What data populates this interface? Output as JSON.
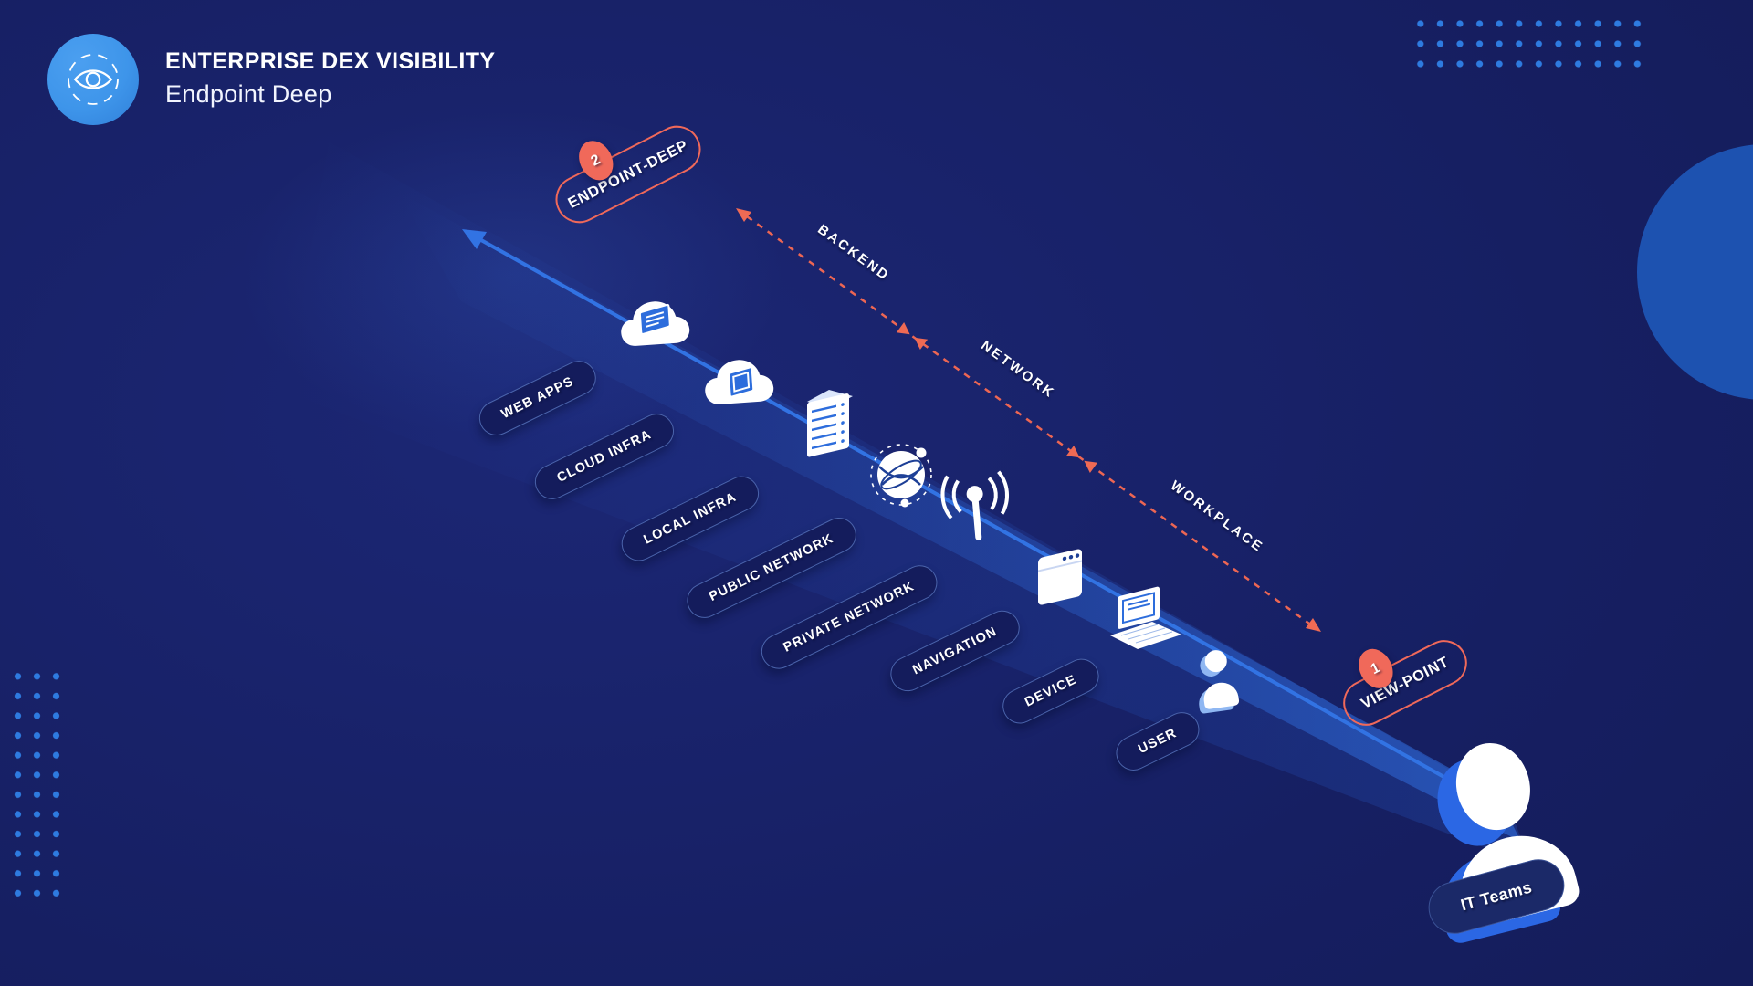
{
  "header": {
    "title": "ENTERPRISE DEX VISIBILITY",
    "subtitle": "Endpoint Deep",
    "logo_icon": "eye-icon"
  },
  "flow": {
    "badges": [
      {
        "number": "2",
        "label": "ENDPOINT-DEEP"
      },
      {
        "number": "1",
        "label": "VIEW-POINT"
      }
    ],
    "segments": [
      {
        "label": "BACKEND"
      },
      {
        "label": "NETWORK"
      },
      {
        "label": "WORKPLACE"
      }
    ],
    "nodes": [
      {
        "label": "WEB APPS",
        "icon": "cloud-document-icon"
      },
      {
        "label": "CLOUD INFRA",
        "icon": "cloud-chip-icon"
      },
      {
        "label": "LOCAL INFRA",
        "icon": "server-stack-icon"
      },
      {
        "label": "PUBLIC NETWORK",
        "icon": "globe-network-icon"
      },
      {
        "label": "PRIVATE NETWORK",
        "icon": "antenna-icon"
      },
      {
        "label": "NAVIGATION",
        "icon": "browser-window-icon"
      },
      {
        "label": "DEVICE",
        "icon": "laptop-icon"
      },
      {
        "label": "USER",
        "icon": "user-icon"
      }
    ],
    "actor": {
      "label": "IT Teams",
      "icon": "person-figure-icon"
    }
  },
  "colors": {
    "background": "#161f62",
    "beam_blue": "#3273e3",
    "accent_blue": "#2d6ddc",
    "coral": "#ed6653",
    "logo_blue": "#3e95ea",
    "right_circle": "#1d52b0",
    "dots": "#2e7be0"
  }
}
